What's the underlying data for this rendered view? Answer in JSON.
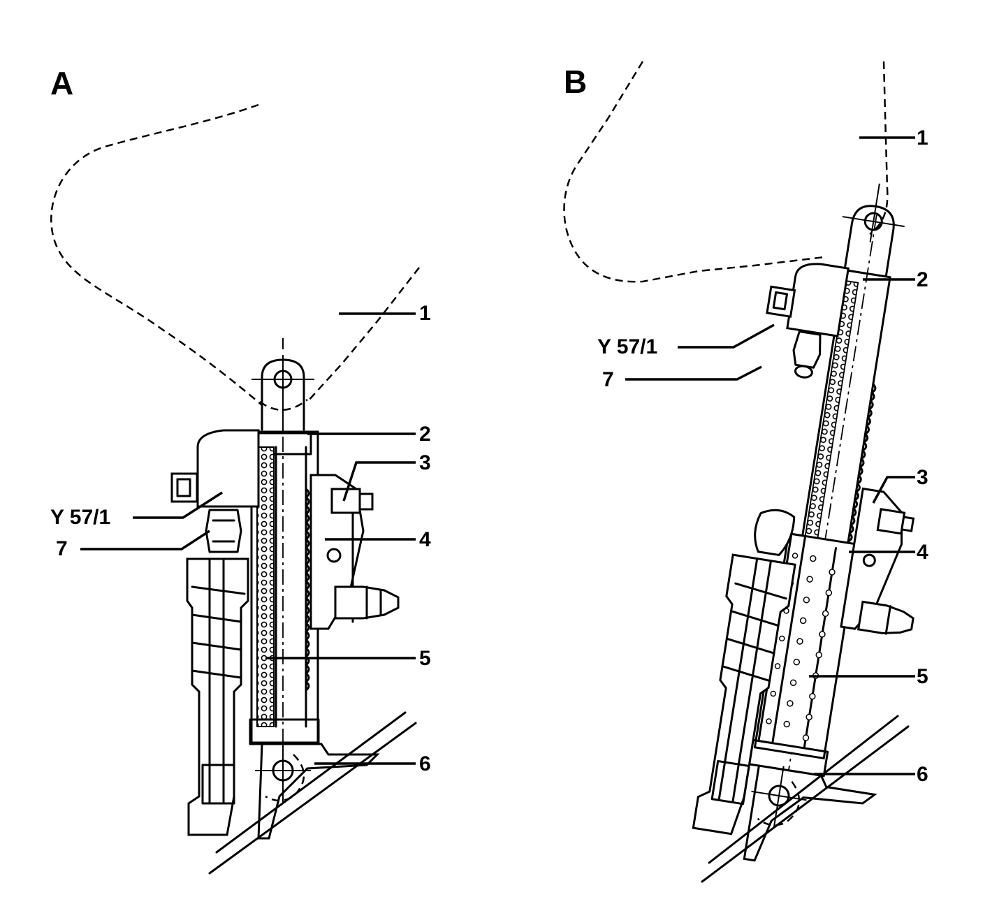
{
  "panels": [
    {
      "id": "A",
      "label": "A",
      "callouts": [
        {
          "label": "1"
        },
        {
          "label": "2"
        },
        {
          "label": "3"
        },
        {
          "label": "Y 57/1"
        },
        {
          "label": "4"
        },
        {
          "label": "7"
        },
        {
          "label": "5"
        },
        {
          "label": "6"
        }
      ]
    },
    {
      "id": "B",
      "label": "B",
      "callouts": [
        {
          "label": "1"
        },
        {
          "label": "2"
        },
        {
          "label": "Y 57/1"
        },
        {
          "label": "7"
        },
        {
          "label": "3"
        },
        {
          "label": "4"
        },
        {
          "label": "5"
        },
        {
          "label": "6"
        }
      ]
    }
  ],
  "colors": {
    "ink": "#000000",
    "paper": "#ffffff"
  }
}
